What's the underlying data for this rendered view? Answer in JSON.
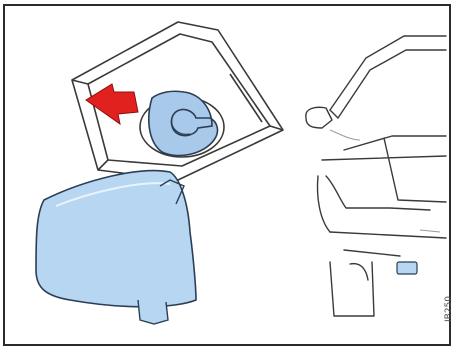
{
  "figure": {
    "code": "IB250",
    "panels": [
      {
        "name": "cover-and-cap-detail",
        "arrow_color": "#e0211d",
        "cap_color": "#a8c9ea",
        "cover_color": "#b7d6f2"
      },
      {
        "name": "car-side-view",
        "marker_color": "#b7d6f2"
      }
    ],
    "colors": {
      "background": "#ffffff",
      "frame": "#2b2b2b",
      "line": "#3a3a3a",
      "soft_line": "#9a9a9a"
    }
  }
}
